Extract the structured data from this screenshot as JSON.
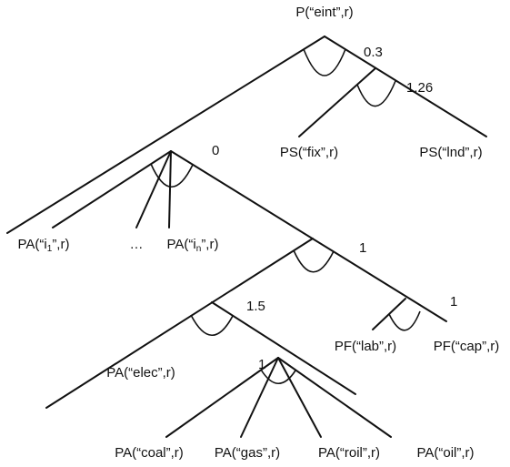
{
  "root": {
    "label": "P(“eint”,r)",
    "elasticity": "0.3"
  },
  "nests": {
    "land_fix": {
      "elasticity": "1.26"
    },
    "materials": {
      "elasticity": "0"
    },
    "value_added_energy": {
      "elasticity": "1"
    },
    "energy": {
      "elasticity": "1.5"
    },
    "fossil": {
      "elasticity": "1"
    },
    "labor_capital": {
      "elasticity": "1"
    }
  },
  "leaves": {
    "ps_fix": "PS(“fix”,r)",
    "ps_lnd": "PS(“lnd”,r)",
    "pa_i1_prefix": "PA(“i",
    "pa_i1_sub": "1",
    "pa_i1_suffix": "”,r)",
    "ellipsis": "…",
    "pa_in_prefix": "PA(“i",
    "pa_in_sub": "n",
    "pa_in_suffix": "”,r)",
    "pa_elec": "PA(“elec”,r)",
    "pf_lab": "PF(“lab”,r)",
    "pf_cap": "PF(“cap”,r)",
    "pa_coal": "PA(“coal”,r)",
    "pa_gas": "PA(“gas”,r)",
    "pa_roil": "PA(“roil”,r)",
    "pa_oil": "PA(“oil”,r)"
  }
}
